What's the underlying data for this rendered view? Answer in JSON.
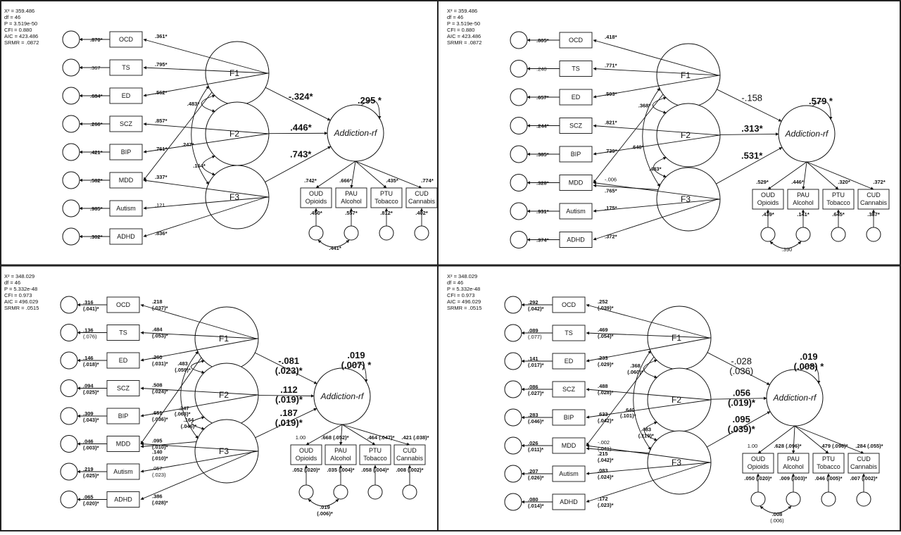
{
  "panels": [
    {
      "fit": [
        "X² = 359.486",
        "df = 46",
        "P = 3.519e-50",
        "CFI = 0.880",
        "AIC = 423.486",
        "SRMR = .0872"
      ],
      "indicators": [
        "OCD",
        "TS",
        "ED",
        "SCZ",
        "BIP",
        "MDD",
        "Autism",
        "ADHD"
      ],
      "residuals": [
        ".870*",
        ".367",
        ".684*",
        ".266*",
        ".421*",
        ".582*",
        ".985*",
        ".302*"
      ],
      "residuals2": [
        "",
        "",
        "",
        "",
        "",
        "",
        "",
        ""
      ],
      "loadings": [
        ".361*",
        ".795*",
        ".562*",
        ".857*",
        ".761*",
        ".337*",
        ".121",
        ".836*"
      ],
      "loadings2": [
        "",
        "",
        "",
        "",
        "",
        "",
        "",
        ""
      ],
      "cross": {
        "a": ".247*",
        "a2": "",
        "b": "",
        "b2": ""
      },
      "factors": [
        "F1",
        "F2",
        "F3"
      ],
      "fcorr": {
        "c12": ".483*",
        "c12b": "",
        "c13": ".164*",
        "c13b": "",
        "c23": "",
        "c23b": ""
      },
      "outcome": "Addiction-rf",
      "ores": ".295 *",
      "ores2": "",
      "paths": [
        "-.324*",
        ".446*",
        ".743*"
      ],
      "paths2": [
        "",
        "",
        ""
      ],
      "sub": [
        [
          "OUD",
          "Opioids"
        ],
        [
          "PAU",
          "Alcohol"
        ],
        [
          "PTU",
          "Tobacco"
        ],
        [
          "CUD",
          "Cannabis"
        ]
      ],
      "subload": [
        ".742*",
        ".666*",
        ".435*",
        ".774*"
      ],
      "subres": [
        ".450*",
        ".557*",
        ".812*",
        ".402*"
      ],
      "subcorr": [
        ".441*",
        ""
      ]
    },
    {
      "fit": [
        "X² = 359.486",
        "df = 46",
        "P = 3.519e-50",
        "CFI = 0.880",
        "AIC = 423.486",
        "SRMR = .0872"
      ],
      "indicators": [
        "OCD",
        "TS",
        "ED",
        "SCZ",
        "BIP",
        "MDD",
        "Autism",
        "ADHD"
      ],
      "residuals": [
        ".805*",
        ".240",
        ".657*",
        ".244*",
        ".385*",
        ".328*",
        ".931*",
        ".374*"
      ],
      "residuals2": [
        "",
        "",
        "",
        "",
        "",
        "",
        "",
        ""
      ],
      "loadings": [
        ".418*",
        ".771*",
        ".503*",
        ".821*",
        ".739*",
        "-.006",
        ".175*",
        ".372*"
      ],
      "loadings2": [
        "",
        "",
        "",
        "",
        "",
        "",
        "",
        ""
      ],
      "cross": {
        "a": ".640*",
        "a2": "",
        "b": ".765*",
        "b2": ""
      },
      "factors": [
        "F1",
        "F2",
        "F3"
      ],
      "fcorr": {
        "c12": ".368*",
        "c12b": "",
        "c13": "",
        "c13b": "",
        "c23": ".483*",
        "c23b": ""
      },
      "outcome": "Addiction-rf",
      "ores": ".579 *",
      "ores2": "",
      "paths": [
        "-.158",
        ".313*",
        ".531*"
      ],
      "paths2": [
        "",
        "",
        ""
      ],
      "sub": [
        [
          "OUD",
          "Opioids"
        ],
        [
          "PAU",
          "Alcohol"
        ],
        [
          "PTU",
          "Tobacco"
        ],
        [
          "CUD",
          "Cannabis"
        ]
      ],
      "subload": [
        ".529*",
        ".446*",
        ".320*",
        ".372*"
      ],
      "subres": [
        ".439*",
        ".141*",
        ".645*",
        ".387*"
      ],
      "subcorr": [
        ".390",
        ""
      ]
    },
    {
      "fit": [
        "X² = 348.029",
        "df = 46",
        "P = 5.332e-48",
        "CFI = 0.973",
        "AIC = 496.029",
        "SRMR = .0515"
      ],
      "indicators": [
        "OCD",
        "TS",
        "ED",
        "SCZ",
        "BIP",
        "MDD",
        "Autism",
        "ADHD"
      ],
      "residuals": [
        ".316",
        ".136",
        ".146",
        ".094",
        ".309",
        ".046",
        ".219",
        ".065"
      ],
      "residuals2": [
        "(.041)*",
        "(.076)",
        "(.018)*",
        "(.025)*",
        "(.043)*",
        "(.003)*",
        "(.025)*",
        "(.020)*"
      ],
      "loadings": [
        ".218",
        ".484",
        ".260",
        ".508",
        ".651",
        ".095",
        ".057",
        ".386"
      ],
      "loadings2": [
        "(.037)*",
        "(.053)*",
        "(.031)*",
        "(.024)*",
        "(.036)*",
        "(.010)*",
        "(.023)",
        "(.028)*"
      ],
      "cross": {
        "a": ".247",
        "a2": "(.063)*",
        "b": ".140",
        "b2": "(.010)*"
      },
      "factors": [
        "F1",
        "F2",
        "F3"
      ],
      "fcorr": {
        "c12": ".483",
        "c12b": "(.059)*",
        "c13": ".164",
        "c13b": "(.046)*",
        "c23": "",
        "c23b": ""
      },
      "outcome": "Addiction-rf",
      "ores": ".019",
      "ores2": "(.007) *",
      "paths": [
        "-.081",
        ".112",
        ".187"
      ],
      "paths2": [
        "(.023)*",
        "(.019)*",
        "(.019)*"
      ],
      "sub": [
        [
          "OUD",
          "Opioids"
        ],
        [
          "PAU",
          "Alcohol"
        ],
        [
          "PTU",
          "Tobacco"
        ],
        [
          "CUD",
          "Cannabis"
        ]
      ],
      "subload": [
        "1.00",
        ".668 (.052)*",
        ".464 (.047)*",
        ".421 (.038)*"
      ],
      "subres": [
        ".052 (.020)*",
        ".035 (.004)*",
        ".058 (.004)*",
        ".008 (.002)*"
      ],
      "subcorr": [
        ".019",
        "(.006)*"
      ]
    },
    {
      "fit": [
        "X² = 348.029",
        "df = 46",
        "P = 5.332e-48",
        "CFI = 0.973",
        "AIC = 496.029",
        "SRMR = .0515"
      ],
      "indicators": [
        "OCD",
        "TS",
        "ED",
        "SCZ",
        "BIP",
        "MDD",
        "Autism",
        "ADHD"
      ],
      "residuals": [
        ".292",
        ".089",
        ".141",
        ".086",
        ".283",
        ".026",
        ".207",
        ".080"
      ],
      "residuals2": [
        "(.042)*",
        "(.077)",
        "(.017)*",
        "(.027)*",
        "(.046)*",
        "(.011)*",
        "(.026)*",
        "(.014)*"
      ],
      "loadings": [
        ".252",
        ".469",
        ".233",
        ".488",
        ".633",
        "-.002",
        ".083",
        ".172"
      ],
      "loadings2": [
        "(.039)*",
        "(.054)*",
        "(.029)*",
        "(.028)*",
        "(.042)*",
        "(.041)",
        "(.024)*",
        "(.023)*"
      ],
      "cross": {
        "a": ".640",
        "a2": "(.101)*",
        "b": ".215",
        "b2": "(.042)*"
      },
      "factors": [
        "F1",
        "F2",
        "F3"
      ],
      "fcorr": {
        "c12": ".368",
        "c12b": "(.060)*",
        "c13": "",
        "c13b": "",
        "c23": ".483",
        "c23b": "(.119)*"
      },
      "outcome": "Addiction-rf",
      "ores": ".019",
      "ores2": "(.008) *",
      "paths": [
        "-.028",
        ".056",
        ".095"
      ],
      "paths2": [
        "(.036)",
        "(.019)*",
        "(.039)*"
      ],
      "sub": [
        [
          "OUD",
          "Opioids"
        ],
        [
          "PAU",
          "Alcohol"
        ],
        [
          "PTU",
          "Tobacco"
        ],
        [
          "CUD",
          "Cannabis"
        ]
      ],
      "subload": [
        "1.00",
        ".628 (.096)*",
        ".479 (.096)*",
        ".284 (.055)*"
      ],
      "subres": [
        ".050 (.020)*",
        ".009 (.003)*",
        ".046 (.005)*",
        ".007 (.002)*"
      ],
      "subcorr": [
        ".008",
        "(.006)"
      ]
    }
  ]
}
